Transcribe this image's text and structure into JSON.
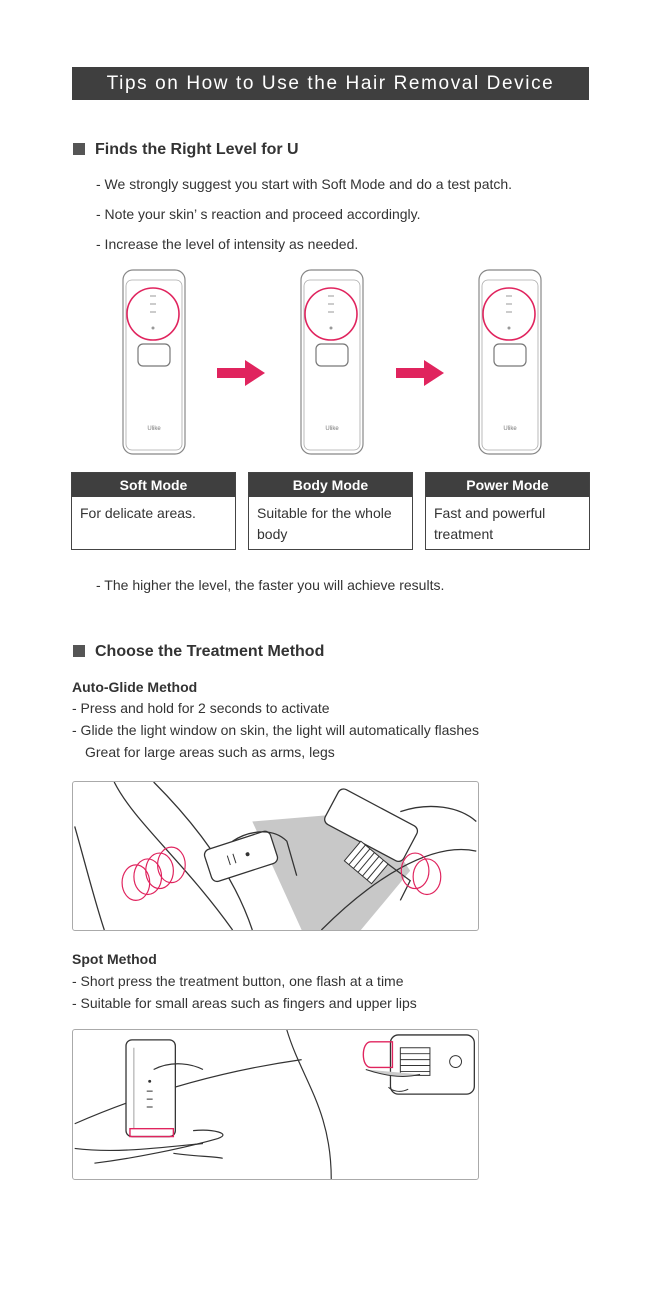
{
  "banner": "Tips on How to Use the Hair Removal Device",
  "section1": {
    "title": "Finds the Right Level for U",
    "tips": [
      "- We strongly suggest you start with Soft Mode and do a test patch.",
      "- Note your skin’ s reaction and proceed accordingly.",
      "- Increase the level of intensity as needed."
    ],
    "device_brand": "Ulike",
    "modes": [
      {
        "title": "Soft Mode",
        "desc": "For delicate areas."
      },
      {
        "title": "Body Mode",
        "desc": "Suitable for the whole body"
      },
      {
        "title": "Power Mode",
        "desc": "Fast and powerful treatment"
      }
    ],
    "footnote": "- The higher the level, the faster you will achieve results."
  },
  "section2": {
    "title": "Choose the Treatment Method",
    "auto_glide": {
      "title": "Auto-Glide Method",
      "lines": [
        "-  Press and hold for 2 seconds to activate",
        "-  Glide the light window on skin, the light will automatically flashes",
        "Great for large areas such as arms, legs"
      ]
    },
    "spot": {
      "title": "Spot Method",
      "lines": [
        "-  Short press the treatment button, one flash at a time",
        "-  Suitable for small areas such as fingers and upper lips"
      ]
    }
  },
  "colors": {
    "accent": "#e0245e",
    "dark": "#3f3f3f"
  },
  "icons": [
    "square-bullet-icon",
    "right-arrow-icon",
    "device-icon"
  ]
}
